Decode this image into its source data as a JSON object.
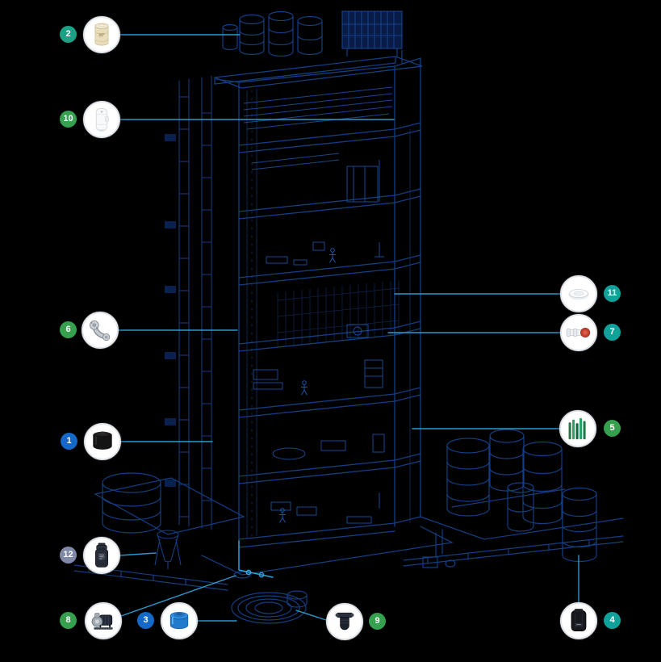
{
  "diagram": {
    "background_color": "#000000",
    "building_line_color": "#143E82",
    "connector_color": "#2f9fd8"
  },
  "callouts": [
    {
      "number": "1",
      "badge_color": "#1468c8",
      "product": "black-water-tank"
    },
    {
      "number": "2",
      "badge_color": "#1ca184",
      "product": "beige-water-tank"
    },
    {
      "number": "3",
      "badge_color": "#1468c8",
      "product": "blue-water-tank"
    },
    {
      "number": "4",
      "badge_color": "#0fa29b",
      "product": "slim-black-tank"
    },
    {
      "number": "5",
      "badge_color": "#35a14f",
      "product": "green-pipes-bundle"
    },
    {
      "number": "6",
      "badge_color": "#35a14f",
      "product": "metal-pipe-fitting"
    },
    {
      "number": "7",
      "badge_color": "#0fa29b",
      "product": "pvc-fitting-red-cap"
    },
    {
      "number": "8",
      "badge_color": "#35a14f",
      "product": "water-pump"
    },
    {
      "number": "9",
      "badge_color": "#35a14f",
      "product": "inline-filter"
    },
    {
      "number": "10",
      "badge_color": "#35a14f",
      "product": "water-purifier"
    },
    {
      "number": "11",
      "badge_color": "#0fa29b",
      "product": "ceiling-access-plate"
    },
    {
      "number": "12",
      "badge_color": "#8089a8",
      "product": "filter-canister"
    }
  ]
}
